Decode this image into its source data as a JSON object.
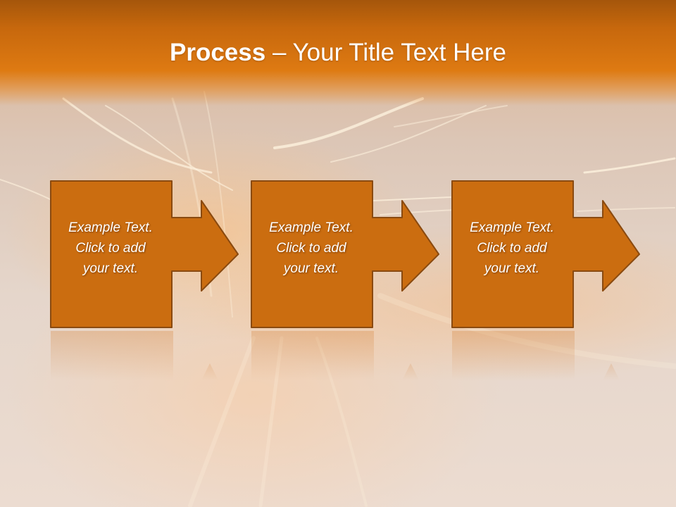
{
  "colors": {
    "title_band": "#d57410",
    "box_fill": "#cb6d10",
    "box_border": "#8a4a10",
    "text": "#ffffff"
  },
  "title": {
    "strong": "Process",
    "rest": " – Your Title Text Here"
  },
  "steps": [
    {
      "text": "Example Text.\nClick  to add\nyour text."
    },
    {
      "text": "Example Text.\nClick  to add\nyour text."
    },
    {
      "text": "Example Text.\nClick  to add\nyour text."
    }
  ]
}
